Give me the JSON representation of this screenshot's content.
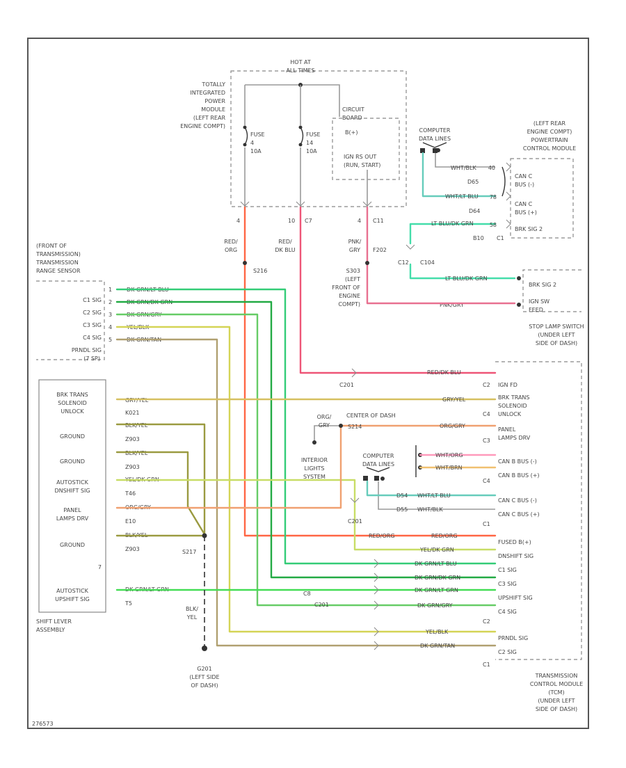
{
  "colors": {
    "red_dk_blu": "#ee5577",
    "pnk_gry": "#e87090",
    "dk_grn_lt_blu": "#33cc77",
    "dk_grn_dk_grn": "#22aa44",
    "dk_grn_gry": "#66cc66",
    "yel_blk": "#d4d455",
    "dk_grn_tan": "#b0a070",
    "gry_yel": "#d6c060",
    "blk_yel": "#9a9a40",
    "yel_dk_grn": "#c8dd66",
    "org_gry": "#f0a070",
    "red_org": "#ff6644",
    "dk_grn_lt_grn": "#44dd55",
    "lt_blu_dk_grn": "#44ddaa",
    "wht_lt_blu": "#66ccbb",
    "wht_org": "#ff99bb",
    "wht_brn": "#f0c070",
    "wht_blk": "#666666"
  },
  "tipm": {
    "hot_at": "HOT AT",
    "all_times": "ALL TIMES",
    "title": [
      "TOTALLY",
      "INTEGRATED",
      "POWER",
      "MODULE",
      "(LEFT REAR",
      "ENGINE COMPT)"
    ],
    "fuse_a": [
      "FUSE",
      "4",
      "10A"
    ],
    "fuse_b": [
      "FUSE",
      "14",
      "10A"
    ],
    "circuit_board": [
      "CIRCUIT",
      "BOARD"
    ],
    "b_plus": "B(+)",
    "ign_out": [
      "IGN RS OUT",
      "(RUN, START)"
    ],
    "pin_a": "4",
    "pin_b": "10",
    "pin_b_conn": "C7",
    "pin_c": "4",
    "pin_c_conn": "C11"
  },
  "wires_top": {
    "red_org": [
      "RED/",
      "ORG"
    ],
    "s216": "S216",
    "red_dkblu": [
      "RED/",
      "DK BLU"
    ],
    "pnk_gry": [
      "PNK/",
      "GRY"
    ],
    "f202": "F202",
    "s303": "S303",
    "s303_loc": [
      "(LEFT",
      "FRONT OF",
      "ENGINE",
      "COMPT)"
    ]
  },
  "data_lines_top": {
    "label": [
      "COMPUTER",
      "DATA LINES"
    ],
    "wht_blk": "WHT/BLK",
    "wht_lt_blu": "WHT/LT BLU",
    "lt_blu_dk_grn": "LT BLU/DK GRN",
    "d65": "D65",
    "d64": "D64",
    "b10": "B10",
    "c12": "C12",
    "c104": "C104"
  },
  "pcm": {
    "title": [
      "(LEFT REAR",
      "ENGINE COMPT)",
      "POWERTRAIN",
      "CONTROL MODULE"
    ],
    "can_c_bus_minus": [
      "CAN C",
      "BUS (-)"
    ],
    "can_c_bus_plus": [
      "CAN C",
      "BUS (+)"
    ],
    "brk_sig2": "BRK SIG 2",
    "pin_40": "40",
    "pin_78": "78",
    "pin_58": "58",
    "conn": "C1"
  },
  "stop_lamp": {
    "brk_sig2": "BRK SIG 2",
    "ign_sw_feed": [
      "IGN SW",
      "FEED"
    ],
    "wire_lt_blu": "LT BLU/DK GRN",
    "wire_pnk": "PNK/GRY",
    "title": [
      "STOP LAMP SWITCH",
      "(UNDER LEFT",
      "SIDE OF DASH)"
    ]
  },
  "range_sensor": {
    "title": [
      "(FRONT OF",
      "TRANSMISSION)",
      "TRANSMISSION",
      "RANGE SENSOR"
    ],
    "rows": [
      "C1 SIG",
      "C2 SIG",
      "C3 SIG",
      "C4 SIG",
      "PRNDL SIG"
    ],
    "wires": [
      "DK GRN/LT BLU",
      "DK GRN/DK GRN",
      "DK GRN/GRY",
      "YEL/BLK",
      "DK GRN/TAN"
    ],
    "pins": [
      "1",
      "2",
      "3",
      "4",
      "5"
    ],
    "note": "(7 SP)"
  },
  "shift_lever": {
    "title": [
      "SHIFT LEVER",
      "ASSEMBLY"
    ],
    "brk_trans": [
      "BRK TRANS",
      "SOLENOID",
      "UNLOCK"
    ],
    "ground": "GROUND",
    "autostick_down": [
      "AUTOSTICK",
      "DNSHIFT SIG"
    ],
    "panel_lamps": [
      "PANEL",
      "LAMPS DRV"
    ],
    "autostick_up": [
      "AUTOSTICK",
      "UPSHIFT SIG"
    ],
    "wires": [
      "GRY/YEL",
      "BLK/YEL",
      "BLK/YEL",
      "YEL/DK GRN",
      "ORG/GRY",
      "BLK/YEL",
      "DK GRN/LT GRN"
    ],
    "circuits": [
      "K021",
      "Z903",
      "Z903",
      "T46",
      "E10",
      "Z903",
      "T5"
    ],
    "pin_no": "7"
  },
  "tcm": {
    "conn_top": "C2",
    "ign_fd": "IGN FD",
    "brk_trans": [
      "BRK TRANS",
      "SOLENOID",
      "UNLOCK"
    ],
    "panel_lamps": [
      "PANEL",
      "LAMPS DRV"
    ],
    "c4": "C4",
    "c3": "C3",
    "can_b_minus": "CAN B BUS (-)",
    "can_b_plus": "CAN B BUS (+)",
    "c1_lbl": "C1",
    "can_c_minus": "CAN C BUS (-)",
    "can_c_plus": "CAN C BUS (+)",
    "fused_b": "FUSED B(+)",
    "dnshift": "DNSHIFT SIG",
    "c1sig": "C1 SIG",
    "c3sig": "C3 SIG",
    "upshift": "UPSHIFT SIG",
    "c4sig": "C4 SIG",
    "c2_lbl": "C2",
    "prndl": "PRNDL SIG",
    "c2sig": "C2 SIG",
    "c1_bottom": "C1",
    "title": [
      "TRANSMISSION",
      "CONTROL MODULE",
      "(TCM)",
      "(UNDER LEFT",
      "SIDE OF DASH)"
    ]
  },
  "mid": {
    "red_dkblu": "RED/DK BLU",
    "c201": "C201",
    "gry_yel": "GRY/YEL",
    "org": [
      "ORG/",
      "GRY"
    ],
    "center_dash": "CENTER OF DASH",
    "s214": "S214",
    "org_gry": "ORG/GRY",
    "interior": [
      "INTERIOR",
      "LIGHTS",
      "SYSTEM"
    ],
    "computer_data": [
      "COMPUTER",
      "DATA LINES"
    ],
    "wht_org": "WHT/ORG",
    "wht_brn": "WHT/BRN",
    "d54": "D54",
    "d55": "D55",
    "wht_lt_blu": "WHT/LT BLU",
    "wht_blk": "WHT/BLK",
    "c201b": "C201",
    "red_org": "RED/ORG",
    "yel_dkgrn": "YEL/DK GRN",
    "dk_grn_lt_blu": "DK GRN/LT BLU",
    "dk_grn_dk_grn": "DK GRN/DK GRN",
    "dk_grn_lt_grn": "DK GRN/LT GRN",
    "dk_grn_gry": "DK GRN/GRY",
    "yel_blk": "YEL/BLK",
    "dk_grn_tan": "DK GRN/TAN",
    "c8": "C8",
    "c201c": "C201",
    "s217": "S217",
    "blk_yel": [
      "BLK/",
      "YEL"
    ],
    "g201": [
      "G201",
      "(LEFT SIDE",
      "OF DASH)"
    ]
  },
  "footer": "276573"
}
